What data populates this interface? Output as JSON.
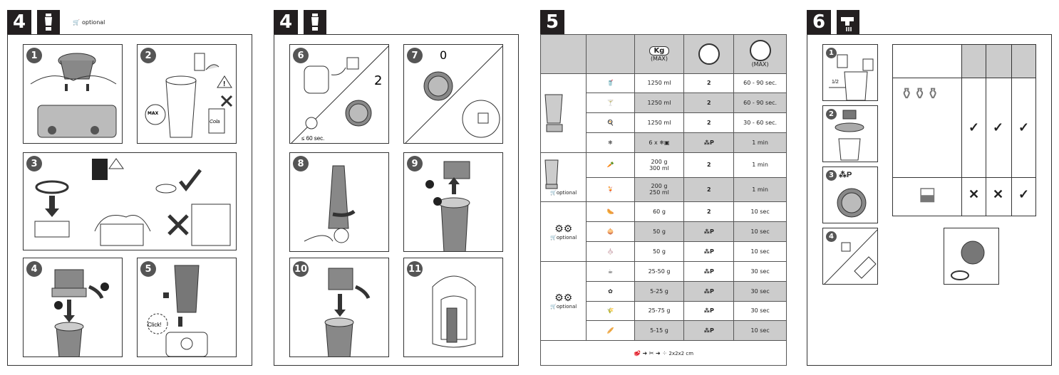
{
  "sections": [
    {
      "number": "4",
      "optional_label": "optional"
    },
    {
      "number": "4"
    },
    {
      "number": "5"
    },
    {
      "number": "6"
    }
  ],
  "panel1_steps": [
    "1",
    "2",
    "3",
    "4",
    "5"
  ],
  "panel1_texts": {
    "max": "MAX",
    "cola": "Cola",
    "click": "Click!"
  },
  "panel2_steps": [
    "6",
    "7",
    "8",
    "9",
    "10",
    "11"
  ],
  "panel2_texts": {
    "speed_2": "2",
    "speed_0": "0",
    "time": "≤ 60 sec."
  },
  "table": {
    "headers": {
      "weight": "(MAX)",
      "kg": "Kg",
      "time": "(MAX)"
    },
    "groups": [
      {
        "optional": "",
        "rows": [
          {
            "qty": "1250 ml",
            "speed": "2",
            "time": "60 - 90 sec.",
            "shade": false
          },
          {
            "qty": "1250 ml",
            "speed": "2",
            "time": "60 - 90 sec.",
            "shade": true
          },
          {
            "qty": "1250 ml",
            "speed": "2",
            "time": "30 - 60 sec.",
            "shade": false
          },
          {
            "qty": "6 x",
            "speed": "P",
            "time": "1 min",
            "shade": true
          }
        ]
      },
      {
        "optional": "optional",
        "rows": [
          {
            "qty": "200 g",
            "qty2": "300 ml",
            "speed": "2",
            "time": "1 min",
            "shade": false
          },
          {
            "qty": "200 g",
            "qty2": "250 ml",
            "speed": "2",
            "time": "1 min",
            "shade": true
          }
        ]
      },
      {
        "optional": "optional",
        "rows": [
          {
            "qty": "60 g",
            "speed": "2",
            "time": "10 sec",
            "shade": false
          },
          {
            "qty": "50 g",
            "speed": "P",
            "time": "10 sec",
            "shade": true
          },
          {
            "qty": "50 g",
            "speed": "P",
            "time": "10 sec",
            "shade": false
          }
        ]
      },
      {
        "optional": "optional",
        "rows": [
          {
            "qty": "25-50 g",
            "speed": "P",
            "time": "30 sec",
            "shade": false
          },
          {
            "qty": "5-25 g",
            "speed": "P",
            "time": "30 sec",
            "shade": true
          },
          {
            "qty": "25-75 g",
            "speed": "P",
            "time": "30 sec",
            "shade": false
          },
          {
            "qty": "5-15 g",
            "speed": "P",
            "time": "10 sec",
            "shade": true
          }
        ]
      }
    ],
    "footer": "2x2x2 cm"
  },
  "panel4": {
    "steps": [
      "1",
      "2",
      "3",
      "4"
    ],
    "half": "1/2",
    "pulse": "P",
    "marks": {
      "row1": [
        "✓",
        "✓",
        "✓"
      ],
      "row2": [
        "✕",
        "✕",
        "✓"
      ]
    }
  }
}
